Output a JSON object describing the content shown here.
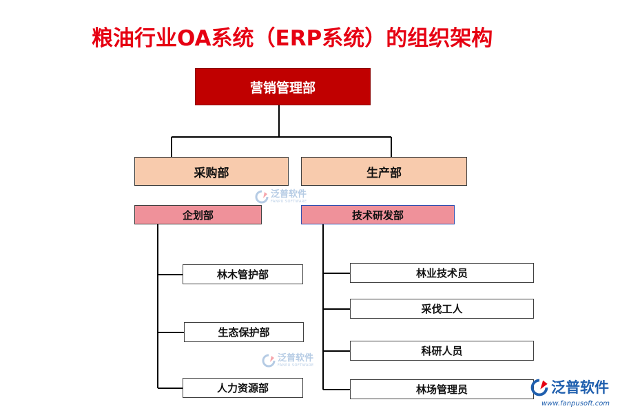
{
  "title": "粮油行业OA系统（ERP系统）的组织架构",
  "top_node": "营销管理部",
  "departments": [
    "采购部",
    "生产部"
  ],
  "subdepts": [
    "企划部",
    "技术研发部"
  ],
  "left_leaves": [
    "林木管护部",
    "生态保护部",
    "人力资源部"
  ],
  "right_leaves": [
    "林业技术员",
    "采伐工人",
    "科研人员",
    "林场管理员"
  ],
  "watermark": {
    "name": "泛普软件",
    "sub": "FANPU SOFTWARE"
  },
  "brand": {
    "name": "泛普软件",
    "url": "www.fanpusoft.com"
  },
  "colors": {
    "title": "#e60012",
    "top_fill": "#c00000",
    "dept_fill": "#f8cbad",
    "sub_fill": "#ef919a",
    "brand": "#1f5fae"
  }
}
